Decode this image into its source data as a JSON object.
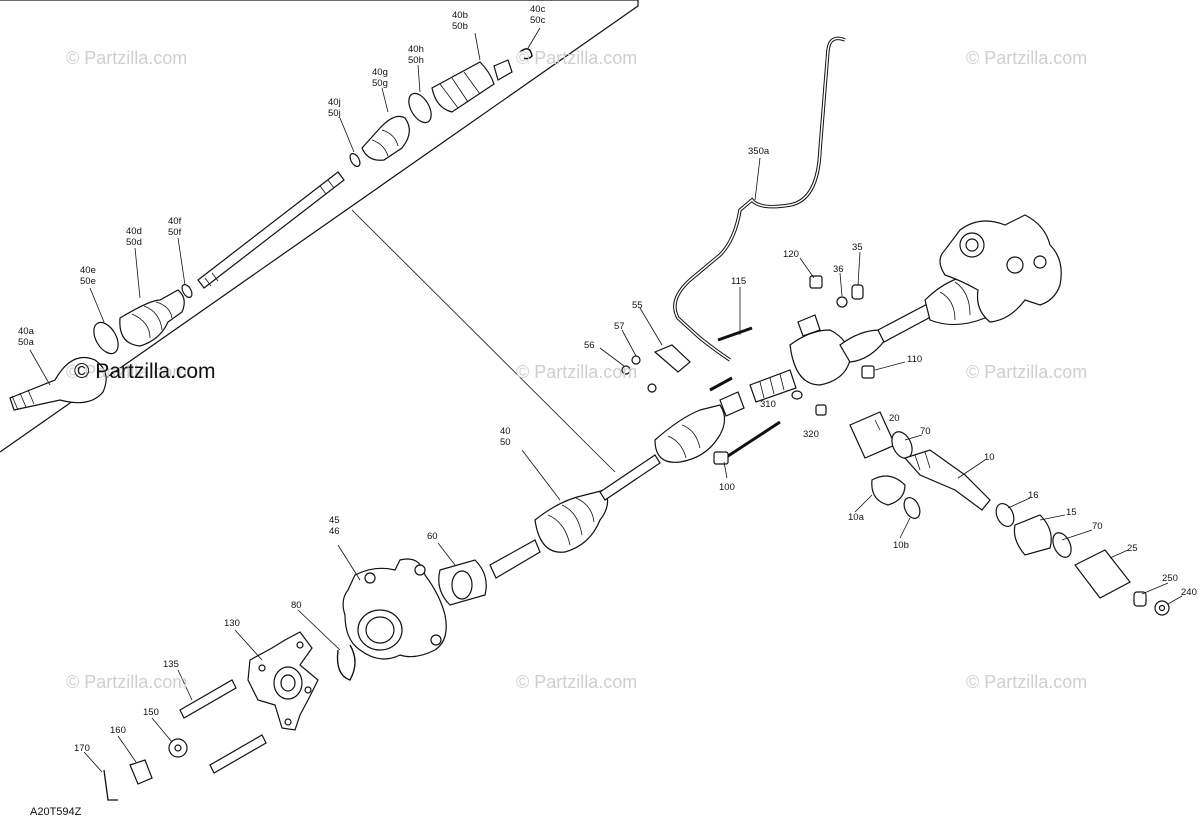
{
  "diagram_code": "A20T594Z",
  "watermarks": [
    "© Partzilla.com",
    "© Partzilla.com",
    "© Partzilla.com",
    "© Partzilla.com",
    "© Partzilla.com",
    "© Partzilla.com",
    "© Partzilla.com",
    "© Partzilla.com",
    "© Partzilla.com"
  ],
  "inset_watermark": "© Partzilla.com",
  "labels": {
    "c40b": "40b\n50b",
    "c40c": "40c\n50c",
    "c40h": "40h\n50h",
    "c40g": "40g\n50g",
    "c40j": "40j\n50j",
    "c40f": "40f\n50f",
    "c40d": "40d\n50d",
    "c40e": "40e\n50e",
    "c40a": "40a\n50a",
    "c350a": "350a",
    "c120": "120",
    "c35": "35",
    "c36": "36",
    "c115": "115",
    "c55": "55",
    "c57": "57",
    "c56": "56",
    "c110": "110",
    "c310": "310",
    "c20": "20",
    "c70a": "70",
    "c320": "320",
    "c10": "10",
    "c40": "40\n50",
    "c100": "100",
    "c16": "16",
    "c15": "15",
    "c70b": "70",
    "c10a": "10a",
    "c10b": "10b",
    "c25": "25",
    "c250": "250",
    "c240": "240",
    "c45": "45\n46",
    "c60": "60",
    "c80": "80",
    "c130": "130",
    "c135": "135",
    "c150": "150",
    "c160": "160",
    "c170": "170"
  }
}
